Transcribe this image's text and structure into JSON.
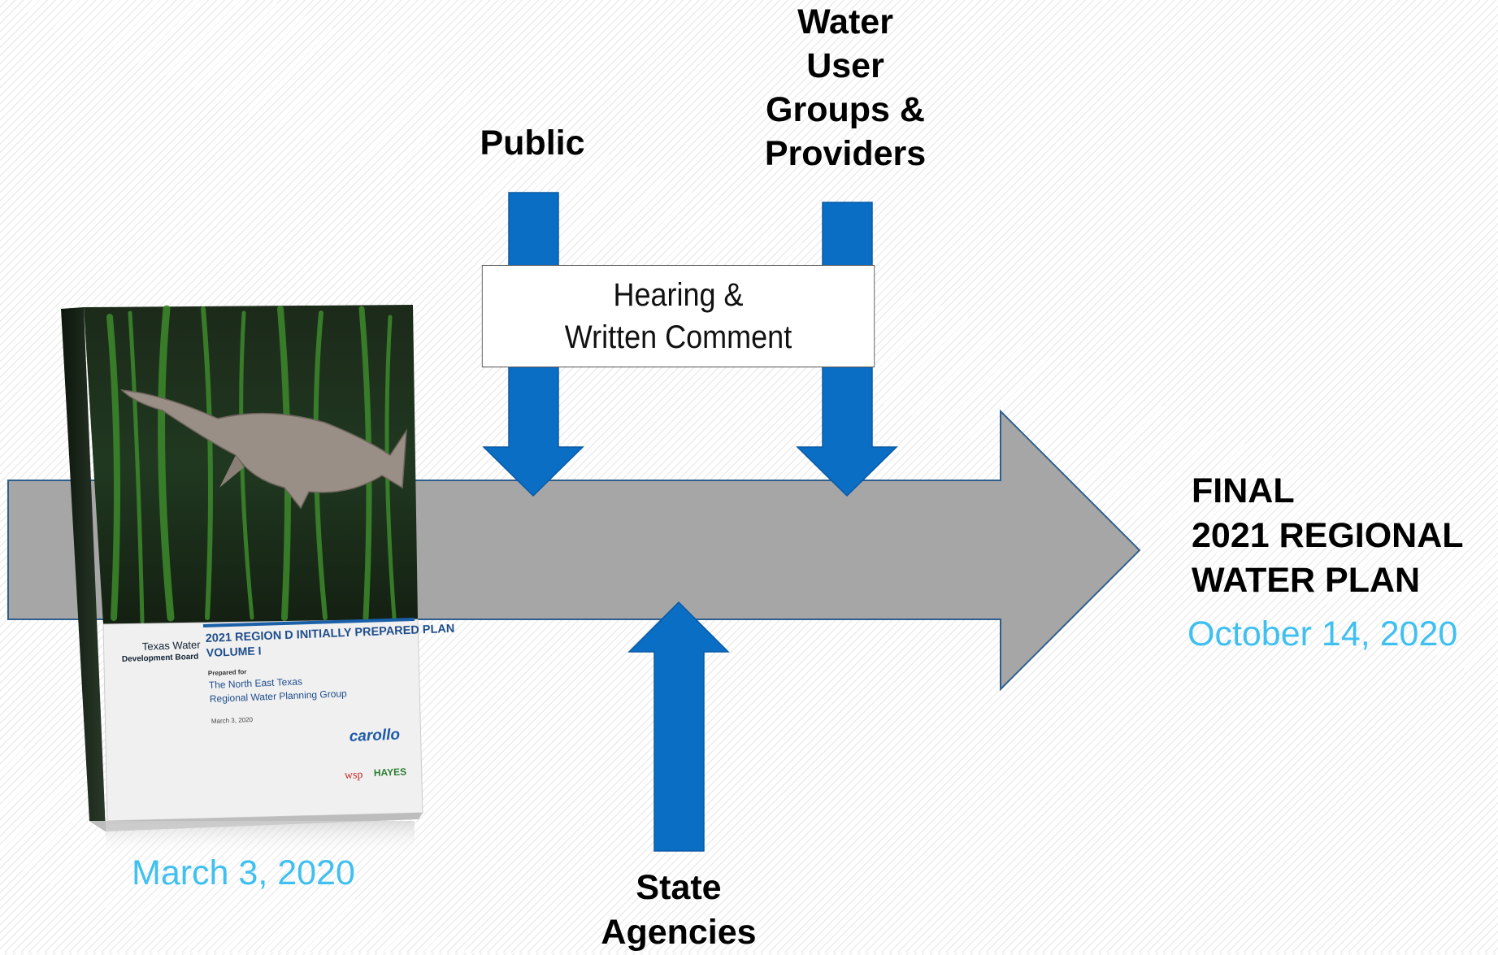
{
  "inputs": {
    "public_label": "Public",
    "water_users_lines": [
      "Water",
      "User",
      "Groups &",
      "Providers"
    ],
    "state_agencies_lines": [
      "State",
      "Agencies"
    ]
  },
  "hearing_box": {
    "lines": [
      "Hearing &",
      "Written Comment"
    ]
  },
  "start": {
    "date": "March 3, 2020",
    "report_cover": {
      "logo_text": [
        "Texas Water",
        "Development Board"
      ],
      "title": "2021 REGION D INITIALLY PREPARED PLAN",
      "volume": "VOLUME I",
      "prepared_for_label": "Prepared for",
      "prepared_for": [
        "The North East Texas",
        "Regional Water Planning Group"
      ],
      "date": "March 3, 2020",
      "firm_logo": "carollo",
      "partner_logos": [
        "wsp",
        "HAYES"
      ]
    }
  },
  "end": {
    "title_lines": [
      "FINAL",
      "2021 REGIONAL",
      "WATER PLAN"
    ],
    "date": "October 14, 2020"
  },
  "colors": {
    "main_arrow": "#a6a6a6",
    "main_arrow_outline": "#2e5e8e",
    "input_arrow": "#0a6ec4",
    "date_text": "#3fc0f0"
  }
}
